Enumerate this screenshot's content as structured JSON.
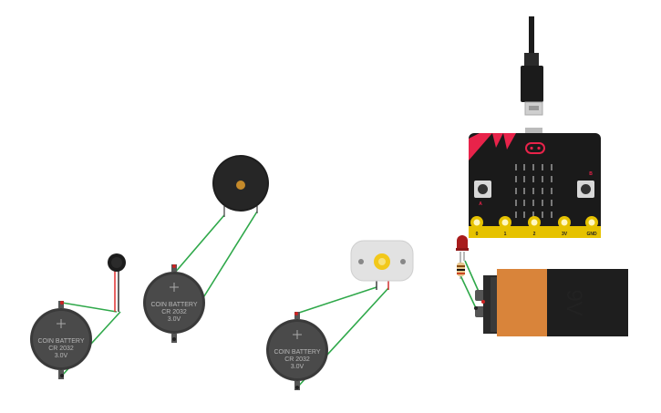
{
  "canvas": {
    "background": "#ffffff",
    "wire_color": "#2fa84a"
  },
  "coin_batteries": [
    {
      "label_line1": "COIN BATTERY",
      "label_line2": "CR 2032",
      "label_line3": "3.0V"
    },
    {
      "label_line1": "COIN BATTERY",
      "label_line2": "CR 2032",
      "label_line3": "3.0V"
    },
    {
      "label_line1": "COIN BATTERY",
      "label_line2": "CR 2032",
      "label_line3": "3.0V"
    }
  ],
  "microbit": {
    "pins": [
      "0",
      "1",
      "2",
      "3V",
      "GND"
    ],
    "button_a": "A",
    "button_b": "B",
    "board_color": "#1a1a1a",
    "accent_color": "#e8234a",
    "pin_color": "#e6c200"
  },
  "battery_9v": {
    "label": "9V",
    "body_color": "#d9843a"
  },
  "components": {
    "vibration_motor": "vibration-motor",
    "buzzer": "piezo-buzzer",
    "dc_motor": "dc-motor",
    "led": "red-led",
    "resistor": "resistor",
    "usb_cable": "usb-cable"
  }
}
